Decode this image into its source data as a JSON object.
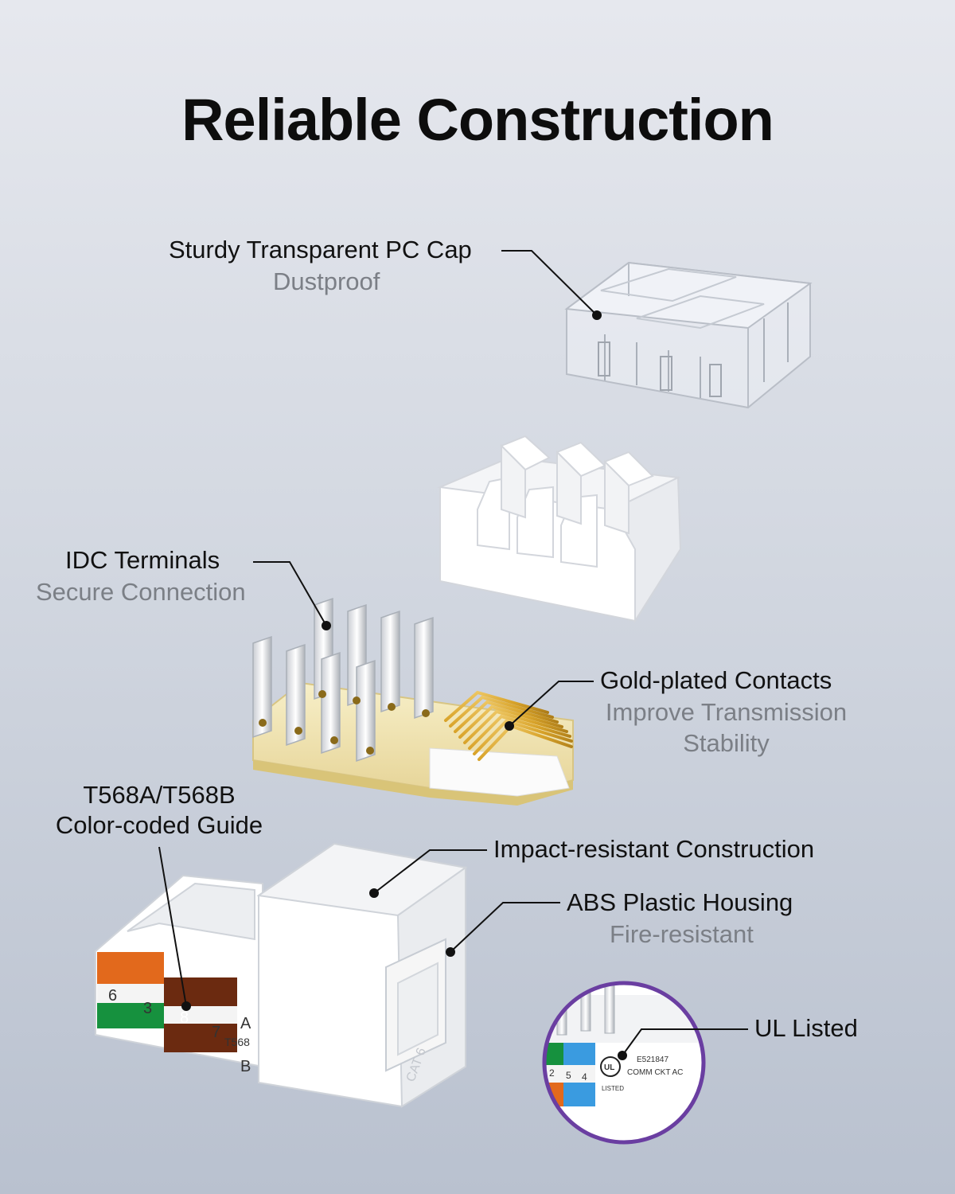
{
  "title": "Reliable Construction",
  "callouts": {
    "cap": {
      "label": "Sturdy Transparent PC Cap",
      "sub": "Dustproof"
    },
    "idc": {
      "label": "IDC Terminals",
      "sub": "Secure Connection"
    },
    "gold": {
      "label": "Gold-plated Contacts",
      "sub_line1": "Improve Transmission",
      "sub_line2": "Stability"
    },
    "guide": {
      "line1": "T568A/T568B",
      "line2": "Color-coded Guide"
    },
    "impact": {
      "label": "Impact-resistant Construction"
    },
    "abs": {
      "label": "ABS Plastic Housing",
      "sub": "Fire-resistant"
    },
    "ul": {
      "label": "UL Listed"
    }
  },
  "jack_labels": {
    "num_6": "6",
    "num_3": "3",
    "num_8": "8",
    "num_7": "7",
    "row_a": "A",
    "row_b": "B",
    "std": "T568",
    "front_mark": "CAT 6"
  },
  "inset": {
    "num_2": "2",
    "num_5": "5",
    "num_4": "4",
    "cert_no": "E521847",
    "cert_text": "COMM CKT AC",
    "ul_mark": "UL",
    "listed": "LISTED"
  },
  "colors": {
    "orange": "#e2691c",
    "green": "#16913e",
    "brown": "#6b2a10",
    "blue": "#3a9be0",
    "inset_ring": "#6a3ea1",
    "gold": "#d9a42b"
  }
}
